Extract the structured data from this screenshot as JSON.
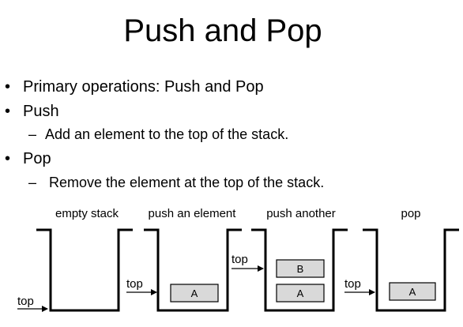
{
  "slide": {
    "title": "Push and Pop",
    "bullets": [
      {
        "marker": "•",
        "text": "Primary operations: Push and Pop"
      },
      {
        "marker": "•",
        "text": "Push"
      },
      {
        "marker": "–",
        "text": "Add an element to the top of the stack."
      },
      {
        "marker": "•",
        "text": "Pop"
      },
      {
        "marker": "–",
        "text": "Remove the element at the top of the stack."
      }
    ]
  },
  "diagram": {
    "panels": [
      {
        "caption": "empty stack",
        "top_label": "top",
        "items": []
      },
      {
        "caption": "push an element",
        "top_label": "top",
        "items": [
          "A"
        ]
      },
      {
        "caption": "push another",
        "top_label": "top",
        "items": [
          "A",
          "B"
        ]
      },
      {
        "caption": "pop",
        "top_label": "top",
        "items": [
          "A"
        ]
      }
    ],
    "colors": {
      "stroke": "#000000",
      "item_fill": "#d9d9d9",
      "item_stroke": "#000000"
    }
  }
}
